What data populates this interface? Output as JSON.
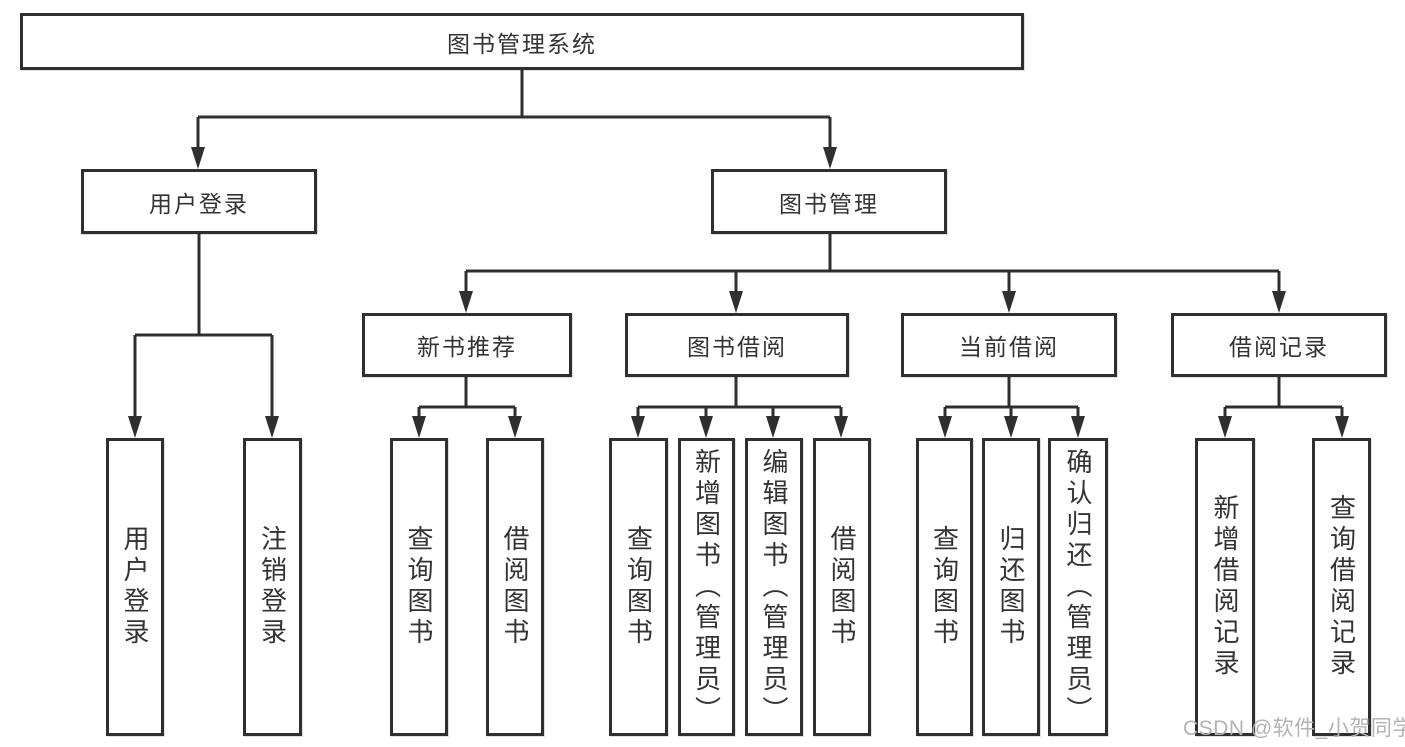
{
  "diagram": {
    "root": {
      "label": "图书管理系统"
    },
    "branches": [
      {
        "label": "用户登录",
        "children": [
          {
            "label": "用户登录"
          },
          {
            "label": "注销登录"
          }
        ]
      },
      {
        "label": "图书管理",
        "children": [
          {
            "label": "新书推荐",
            "children": [
              {
                "label": "查询图书"
              },
              {
                "label": "借阅图书"
              }
            ]
          },
          {
            "label": "图书借阅",
            "children": [
              {
                "label": "查询图书"
              },
              {
                "label": "新增图书（管理员）"
              },
              {
                "label": "编辑图书（管理员）"
              },
              {
                "label": "借阅图书"
              }
            ]
          },
          {
            "label": "当前借阅",
            "children": [
              {
                "label": "查询图书"
              },
              {
                "label": "归还图书"
              },
              {
                "label": "确认归还（管理员）"
              }
            ]
          },
          {
            "label": "借阅记录",
            "children": [
              {
                "label": "新增借阅记录"
              },
              {
                "label": "查询借阅记录"
              }
            ]
          }
        ]
      }
    ]
  },
  "watermark": {
    "text": "CSDN @软件_小贺同学"
  },
  "colors": {
    "line": "#2f2f2f",
    "text": "#333333",
    "background": "#ffffff",
    "watermark": "#b3b3b3"
  }
}
